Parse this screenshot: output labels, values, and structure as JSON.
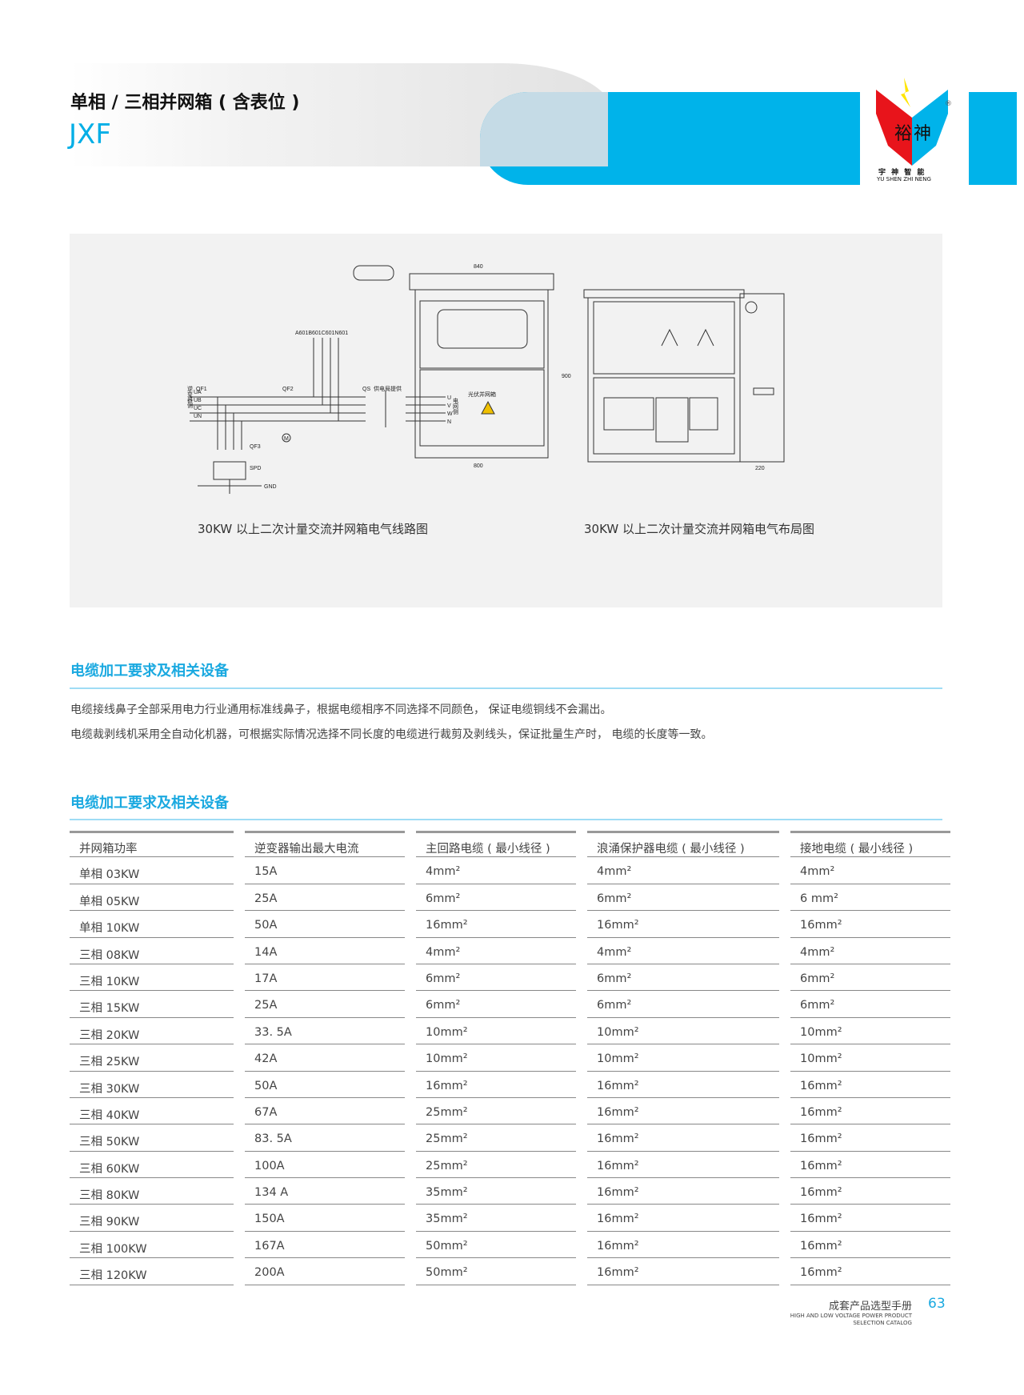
{
  "header": {
    "title": "单相 / 三相并网箱 ( 含表位 )",
    "model": "JXF",
    "logo": {
      "name_cn": "宇 神 智 能",
      "name_en": "YU SHEN ZHI NENG",
      "mark": "裕神",
      "registered": "®"
    }
  },
  "diagram": {
    "wiring": {
      "caption": "30KW 以上二次计量交流并网箱电气线路图",
      "labels": {
        "inverter_side": "逆变器侧",
        "grid_side": "电网侧",
        "UA": "UA",
        "UB": "UB",
        "UC": "UC",
        "UN": "UN",
        "QF1": "QF1",
        "QF2": "QF2",
        "QF3": "QF3",
        "QS": "QS",
        "supply": "供电局提供",
        "meter_wires": "A601B601C601N601",
        "U": "U",
        "V": "V",
        "W": "W",
        "N": "N",
        "SPD": "SPD",
        "GND": "GND",
        "M": "M"
      }
    },
    "layout": {
      "caption": "30KW 以上二次计量交流并网箱电气布局图",
      "labels": {
        "width_top": "840",
        "width_bottom": "800",
        "height": "900",
        "depth": "220",
        "door_label": "光伏并网箱"
      }
    }
  },
  "section1": {
    "title": "电缆加工要求及相关设备",
    "paragraphs": [
      "电缆接线鼻子全部采用电力行业通用标准线鼻子，根据电缆相序不同选择不同颜色， 保证电缆铜线不会漏出。",
      "电缆裁剥线机采用全自动化机器，可根据实际情况选择不同长度的电缆进行裁剪及剥线头，保证批量生产时， 电缆的长度等一致。"
    ]
  },
  "section2": {
    "title": "电缆加工要求及相关设备",
    "table": {
      "headers": [
        "并网箱功率",
        "逆变器输出最大电流",
        "主回路电缆 ( 最小线径 )",
        "浪涌保护器电缆 ( 最小线径 )",
        "接地电缆 ( 最小线径 )"
      ],
      "rows": [
        [
          "单相 03KW",
          "15A",
          "4mm²",
          "4mm²",
          "4mm²"
        ],
        [
          "单相 05KW",
          "25A",
          "6mm²",
          "6mm²",
          "6 mm²"
        ],
        [
          "单相 10KW",
          "50A",
          "16mm²",
          "16mm²",
          "16mm²"
        ],
        [
          "三相 08KW",
          "14A",
          "4mm²",
          "4mm²",
          "4mm²"
        ],
        [
          "三相 10KW",
          "17A",
          "6mm²",
          "6mm²",
          "6mm²"
        ],
        [
          "三相 15KW",
          "25A",
          "6mm²",
          "6mm²",
          "6mm²"
        ],
        [
          "三相 20KW",
          "33. 5A",
          "10mm²",
          "10mm²",
          "10mm²"
        ],
        [
          "三相 25KW",
          "42A",
          "10mm²",
          "10mm²",
          "10mm²"
        ],
        [
          "三相 30KW",
          "50A",
          "16mm²",
          "16mm²",
          "16mm²"
        ],
        [
          "三相 40KW",
          "67A",
          "25mm²",
          "16mm²",
          "16mm²"
        ],
        [
          "三相 50KW",
          "83. 5A",
          "25mm²",
          "16mm²",
          "16mm²"
        ],
        [
          "三相 60KW",
          "100A",
          "25mm²",
          "16mm²",
          "16mm²"
        ],
        [
          "三相 80KW",
          "134 A",
          "35mm²",
          "16mm²",
          "16mm²"
        ],
        [
          "三相 90KW",
          "150A",
          "35mm²",
          "16mm²",
          "16mm²"
        ],
        [
          "三相 100KW",
          "167A",
          "50mm²",
          "16mm²",
          "16mm²"
        ],
        [
          "三相 120KW",
          "200A",
          "50mm²",
          "16mm²",
          "16mm²"
        ]
      ]
    }
  },
  "footer": {
    "catalog_cn": "成套产品选型手册",
    "catalog_en_1": "HIGH AND LOW VOLTAGE POWER PRODUCT",
    "catalog_en_2": "SELECTION CATALOG",
    "page": "63"
  },
  "colors": {
    "accent": "#00b3ea",
    "title_blue": "#1aa9e0"
  }
}
